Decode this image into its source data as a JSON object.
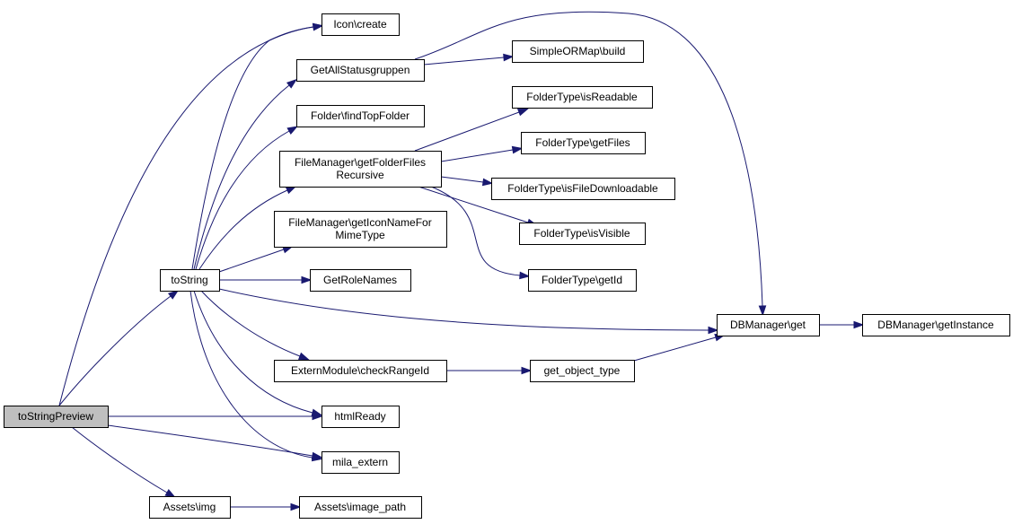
{
  "graph": {
    "colors": {
      "edge": "#191970",
      "node_fill": "#ffffff",
      "root_fill": "#bfbfbf",
      "border": "#000000"
    },
    "nodes": [
      {
        "id": "toStringPreview",
        "lines": [
          "toStringPreview"
        ],
        "root": true
      },
      {
        "id": "toString",
        "lines": [
          "toString"
        ]
      },
      {
        "id": "Assets_img",
        "lines": [
          "Assets\\img"
        ]
      },
      {
        "id": "Icon_create",
        "lines": [
          "Icon\\create"
        ]
      },
      {
        "id": "GetAllStatusgruppen",
        "lines": [
          "GetAllStatusgruppen"
        ]
      },
      {
        "id": "Folder_findTopFolder",
        "lines": [
          "Folder\\findTopFolder"
        ]
      },
      {
        "id": "FileManager_getFolderFilesRecursive",
        "lines": [
          "FileManager\\getFolderFiles",
          "Recursive"
        ]
      },
      {
        "id": "FileManager_getIconNameForMimeType",
        "lines": [
          "FileManager\\getIconNameFor",
          "MimeType"
        ]
      },
      {
        "id": "GetRoleNames",
        "lines": [
          "GetRoleNames"
        ]
      },
      {
        "id": "ExternModule_checkRangeId",
        "lines": [
          "ExternModule\\checkRangeId"
        ]
      },
      {
        "id": "htmlReady",
        "lines": [
          "htmlReady"
        ]
      },
      {
        "id": "mila_extern",
        "lines": [
          "mila_extern"
        ]
      },
      {
        "id": "Assets_image_path",
        "lines": [
          "Assets\\image_path"
        ]
      },
      {
        "id": "SimpleORMap_build",
        "lines": [
          "SimpleORMap\\build"
        ]
      },
      {
        "id": "FolderType_isReadable",
        "lines": [
          "FolderType\\isReadable"
        ]
      },
      {
        "id": "FolderType_getFiles",
        "lines": [
          "FolderType\\getFiles"
        ]
      },
      {
        "id": "FolderType_isFileDownloadable",
        "lines": [
          "FolderType\\isFileDownloadable"
        ]
      },
      {
        "id": "FolderType_isVisible",
        "lines": [
          "FolderType\\isVisible"
        ]
      },
      {
        "id": "FolderType_getId",
        "lines": [
          "FolderType\\getId"
        ]
      },
      {
        "id": "DBManager_get",
        "lines": [
          "DBManager\\get"
        ]
      },
      {
        "id": "get_object_type",
        "lines": [
          "get_object_type"
        ]
      },
      {
        "id": "DBManager_getInstance",
        "lines": [
          "DBManager\\getInstance"
        ]
      }
    ],
    "edges": [
      {
        "from": "toStringPreview",
        "to": "toString"
      },
      {
        "from": "toStringPreview",
        "to": "Icon_create"
      },
      {
        "from": "toStringPreview",
        "to": "htmlReady"
      },
      {
        "from": "toStringPreview",
        "to": "mila_extern"
      },
      {
        "from": "toStringPreview",
        "to": "Assets_img"
      },
      {
        "from": "toString",
        "to": "Icon_create"
      },
      {
        "from": "toString",
        "to": "GetAllStatusgruppen"
      },
      {
        "from": "toString",
        "to": "Folder_findTopFolder"
      },
      {
        "from": "toString",
        "to": "FileManager_getFolderFilesRecursive"
      },
      {
        "from": "toString",
        "to": "FileManager_getIconNameForMimeType"
      },
      {
        "from": "toString",
        "to": "GetRoleNames"
      },
      {
        "from": "toString",
        "to": "DBManager_get"
      },
      {
        "from": "toString",
        "to": "ExternModule_checkRangeId"
      },
      {
        "from": "toString",
        "to": "htmlReady"
      },
      {
        "from": "toString",
        "to": "mila_extern"
      },
      {
        "from": "GetAllStatusgruppen",
        "to": "SimpleORMap_build"
      },
      {
        "from": "GetAllStatusgruppen",
        "to": "DBManager_get"
      },
      {
        "from": "FileManager_getFolderFilesRecursive",
        "to": "FolderType_isReadable"
      },
      {
        "from": "FileManager_getFolderFilesRecursive",
        "to": "FolderType_getFiles"
      },
      {
        "from": "FileManager_getFolderFilesRecursive",
        "to": "FolderType_isFileDownloadable"
      },
      {
        "from": "FileManager_getFolderFilesRecursive",
        "to": "FolderType_isVisible"
      },
      {
        "from": "FileManager_getFolderFilesRecursive",
        "to": "FolderType_getId"
      },
      {
        "from": "ExternModule_checkRangeId",
        "to": "get_object_type"
      },
      {
        "from": "get_object_type",
        "to": "DBManager_get"
      },
      {
        "from": "DBManager_get",
        "to": "DBManager_getInstance"
      },
      {
        "from": "Assets_img",
        "to": "Assets_image_path"
      }
    ]
  }
}
